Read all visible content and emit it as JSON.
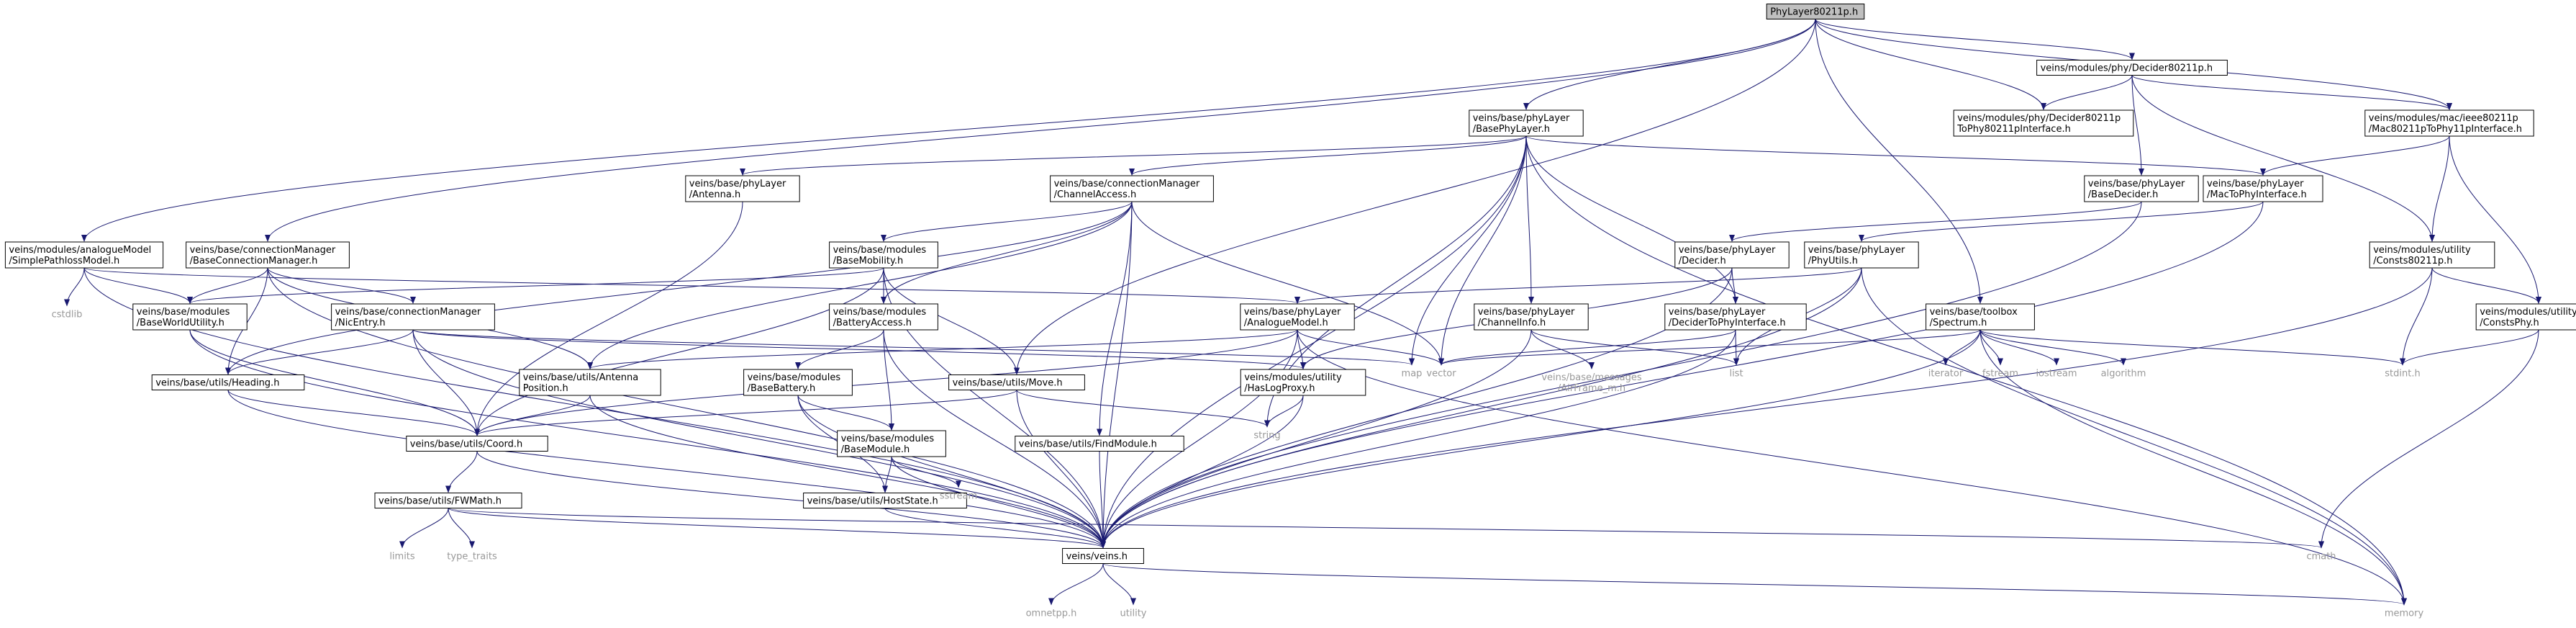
{
  "nodes": [
    {
      "id": "root",
      "lines": [
        "PhyLayer80211p.h"
      ],
      "kind": "root"
    },
    {
      "id": "decider80211p",
      "lines": [
        "veins/modules/phy/Decider80211p.h"
      ]
    },
    {
      "id": "decToPhy80211p",
      "lines": [
        "veins/modules/phy/Decider80211p",
        "ToPhy80211pInterface.h"
      ]
    },
    {
      "id": "mac80211pToPhy",
      "lines": [
        "veins/modules/mac/ieee80211p",
        "/Mac80211pToPhy11pInterface.h"
      ]
    },
    {
      "id": "basePhyLayer",
      "lines": [
        "veins/base/phyLayer",
        "/BasePhyLayer.h"
      ]
    },
    {
      "id": "antenna",
      "lines": [
        "veins/base/phyLayer",
        "/Antenna.h"
      ]
    },
    {
      "id": "channelAccess",
      "lines": [
        "veins/base/connectionManager",
        "/ChannelAccess.h"
      ]
    },
    {
      "id": "baseDecider",
      "lines": [
        "veins/base/phyLayer",
        "/BaseDecider.h"
      ]
    },
    {
      "id": "macToPhy",
      "lines": [
        "veins/base/phyLayer",
        "/MacToPhyInterface.h"
      ]
    },
    {
      "id": "simplePathloss",
      "lines": [
        "veins/modules/analogueModel",
        "/SimplePathlossModel.h"
      ]
    },
    {
      "id": "baseConnMgr",
      "lines": [
        "veins/base/connectionManager",
        "/BaseConnectionManager.h"
      ]
    },
    {
      "id": "baseMobility",
      "lines": [
        "veins/base/modules",
        "/BaseMobility.h"
      ]
    },
    {
      "id": "decider",
      "lines": [
        "veins/base/phyLayer",
        "/Decider.h"
      ]
    },
    {
      "id": "phyUtils",
      "lines": [
        "veins/base/phyLayer",
        "/PhyUtils.h"
      ]
    },
    {
      "id": "consts80211p",
      "lines": [
        "veins/modules/utility",
        "/Consts80211p.h"
      ]
    },
    {
      "id": "cstdlib",
      "lines": [
        "cstdlib"
      ],
      "kind": "system"
    },
    {
      "id": "baseWorldUtil",
      "lines": [
        "veins/base/modules",
        "/BaseWorldUtility.h"
      ]
    },
    {
      "id": "nicEntry",
      "lines": [
        "veins/base/connectionManager",
        "/NicEntry.h"
      ]
    },
    {
      "id": "batteryAccess",
      "lines": [
        "veins/base/modules",
        "/BatteryAccess.h"
      ]
    },
    {
      "id": "analogueModel",
      "lines": [
        "veins/base/phyLayer",
        "/AnalogueModel.h"
      ]
    },
    {
      "id": "channelInfo",
      "lines": [
        "veins/base/phyLayer",
        "/ChannelInfo.h"
      ]
    },
    {
      "id": "deciderToPhy",
      "lines": [
        "veins/base/phyLayer",
        "/DeciderToPhyInterface.h"
      ]
    },
    {
      "id": "spectrum",
      "lines": [
        "veins/base/toolbox",
        "/Spectrum.h"
      ]
    },
    {
      "id": "constsPhy",
      "lines": [
        "veins/modules/utility",
        "/ConstsPhy.h"
      ]
    },
    {
      "id": "heading",
      "lines": [
        "veins/base/utils/Heading.h"
      ]
    },
    {
      "id": "antennaPos",
      "lines": [
        "veins/base/utils/Antenna",
        "Position.h"
      ]
    },
    {
      "id": "baseBattery",
      "lines": [
        "veins/base/modules",
        "/BaseBattery.h"
      ]
    },
    {
      "id": "move",
      "lines": [
        "veins/base/utils/Move.h"
      ]
    },
    {
      "id": "hasLogProxy",
      "lines": [
        "veins/modules/utility",
        "/HasLogProxy.h"
      ]
    },
    {
      "id": "map",
      "lines": [
        "map"
      ],
      "kind": "system"
    },
    {
      "id": "vector",
      "lines": [
        "vector"
      ],
      "kind": "system"
    },
    {
      "id": "airFrame",
      "lines": [
        "veins/base/messages",
        "/AirFrame_m.h"
      ],
      "kind": "system"
    },
    {
      "id": "list",
      "lines": [
        "list"
      ],
      "kind": "system"
    },
    {
      "id": "iterator",
      "lines": [
        "iterator"
      ],
      "kind": "system"
    },
    {
      "id": "fstream",
      "lines": [
        "fstream"
      ],
      "kind": "system"
    },
    {
      "id": "iostream",
      "lines": [
        "iostream"
      ],
      "kind": "system"
    },
    {
      "id": "algorithm",
      "lines": [
        "algorithm"
      ],
      "kind": "system"
    },
    {
      "id": "stdint",
      "lines": [
        "stdint.h"
      ],
      "kind": "system"
    },
    {
      "id": "coord",
      "lines": [
        "veins/base/utils/Coord.h"
      ]
    },
    {
      "id": "baseModule",
      "lines": [
        "veins/base/modules",
        "/BaseModule.h"
      ]
    },
    {
      "id": "findModule",
      "lines": [
        "veins/base/utils/FindModule.h"
      ]
    },
    {
      "id": "string",
      "lines": [
        "string"
      ],
      "kind": "system"
    },
    {
      "id": "fwMath",
      "lines": [
        "veins/base/utils/FWMath.h"
      ]
    },
    {
      "id": "hostState",
      "lines": [
        "veins/base/utils/HostState.h"
      ]
    },
    {
      "id": "sstream",
      "lines": [
        "sstream"
      ],
      "kind": "system"
    },
    {
      "id": "limits",
      "lines": [
        "limits"
      ],
      "kind": "system"
    },
    {
      "id": "typeTraits",
      "lines": [
        "type_traits"
      ],
      "kind": "system"
    },
    {
      "id": "veins",
      "lines": [
        "veins/veins.h"
      ]
    },
    {
      "id": "cmath",
      "lines": [
        "cmath"
      ],
      "kind": "system"
    },
    {
      "id": "omnetpp",
      "lines": [
        "omnetpp.h"
      ],
      "kind": "system"
    },
    {
      "id": "utility",
      "lines": [
        "utility"
      ],
      "kind": "system"
    },
    {
      "id": "memory",
      "lines": [
        "memory"
      ],
      "kind": "system"
    }
  ],
  "edges": [
    [
      "root",
      "decider80211p"
    ],
    [
      "root",
      "decToPhy80211p"
    ],
    [
      "root",
      "mac80211pToPhy"
    ],
    [
      "root",
      "basePhyLayer"
    ],
    [
      "root",
      "simplePathloss"
    ],
    [
      "root",
      "baseConnMgr"
    ],
    [
      "root",
      "move"
    ],
    [
      "root",
      "spectrum"
    ],
    [
      "decider80211p",
      "decToPhy80211p"
    ],
    [
      "decider80211p",
      "mac80211pToPhy"
    ],
    [
      "decider80211p",
      "baseDecider"
    ],
    [
      "decider80211p",
      "consts80211p"
    ],
    [
      "mac80211pToPhy",
      "macToPhy"
    ],
    [
      "mac80211pToPhy",
      "consts80211p"
    ],
    [
      "mac80211pToPhy",
      "constsPhy"
    ],
    [
      "basePhyLayer",
      "antenna"
    ],
    [
      "basePhyLayer",
      "channelAccess"
    ],
    [
      "basePhyLayer",
      "macToPhy"
    ],
    [
      "basePhyLayer",
      "channelInfo"
    ],
    [
      "basePhyLayer",
      "deciderToPhy"
    ],
    [
      "basePhyLayer",
      "map"
    ],
    [
      "basePhyLayer",
      "vector"
    ],
    [
      "basePhyLayer",
      "string"
    ],
    [
      "basePhyLayer",
      "veins"
    ],
    [
      "basePhyLayer",
      "memory"
    ],
    [
      "antenna",
      "coord"
    ],
    [
      "channelAccess",
      "baseMobility"
    ],
    [
      "channelAccess",
      "batteryAccess"
    ],
    [
      "channelAccess",
      "antennaPos"
    ],
    [
      "channelAccess",
      "heading"
    ],
    [
      "channelAccess",
      "findModule"
    ],
    [
      "channelAccess",
      "vector"
    ],
    [
      "channelAccess",
      "veins"
    ],
    [
      "baseDecider",
      "decider"
    ],
    [
      "baseDecider",
      "veins"
    ],
    [
      "macToPhy",
      "phyUtils"
    ],
    [
      "macToPhy",
      "veins"
    ],
    [
      "simplePathloss",
      "baseWorldUtil"
    ],
    [
      "simplePathloss",
      "analogueModel"
    ],
    [
      "simplePathloss",
      "cstdlib"
    ],
    [
      "simplePathloss",
      "veins"
    ],
    [
      "baseConnMgr",
      "baseWorldUtil"
    ],
    [
      "baseConnMgr",
      "nicEntry"
    ],
    [
      "baseConnMgr",
      "heading"
    ],
    [
      "baseConnMgr",
      "antennaPos"
    ],
    [
      "baseConnMgr",
      "veins"
    ],
    [
      "baseMobility",
      "baseWorldUtil"
    ],
    [
      "baseMobility",
      "batteryAccess"
    ],
    [
      "baseMobility",
      "move"
    ],
    [
      "baseMobility",
      "coord"
    ],
    [
      "baseMobility",
      "veins"
    ],
    [
      "decider",
      "deciderToPhy"
    ],
    [
      "decider",
      "hasLogProxy"
    ],
    [
      "decider",
      "veins"
    ],
    [
      "phyUtils",
      "analogueModel"
    ],
    [
      "phyUtils",
      "list"
    ],
    [
      "phyUtils",
      "veins"
    ],
    [
      "phyUtils",
      "memory"
    ],
    [
      "consts80211p",
      "constsPhy"
    ],
    [
      "consts80211p",
      "stdint"
    ],
    [
      "consts80211p",
      "veins"
    ],
    [
      "baseWorldUtil",
      "coord"
    ],
    [
      "baseWorldUtil",
      "veins"
    ],
    [
      "nicEntry",
      "heading"
    ],
    [
      "nicEntry",
      "coord"
    ],
    [
      "nicEntry",
      "hasLogProxy"
    ],
    [
      "nicEntry",
      "map"
    ],
    [
      "nicEntry",
      "veins"
    ],
    [
      "batteryAccess",
      "baseBattery"
    ],
    [
      "batteryAccess",
      "baseModule"
    ],
    [
      "batteryAccess",
      "veins"
    ],
    [
      "analogueModel",
      "antennaPos"
    ],
    [
      "analogueModel",
      "coord"
    ],
    [
      "analogueModel",
      "hasLogProxy"
    ],
    [
      "analogueModel",
      "vector"
    ],
    [
      "analogueModel",
      "veins"
    ],
    [
      "analogueModel",
      "memory"
    ],
    [
      "channelInfo",
      "airFrame"
    ],
    [
      "channelInfo",
      "list"
    ],
    [
      "channelInfo",
      "veins"
    ],
    [
      "deciderToPhy",
      "vector"
    ],
    [
      "deciderToPhy",
      "list"
    ],
    [
      "deciderToPhy",
      "veins"
    ],
    [
      "spectrum",
      "vector"
    ],
    [
      "spectrum",
      "iterator"
    ],
    [
      "spectrum",
      "fstream"
    ],
    [
      "spectrum",
      "iostream"
    ],
    [
      "spectrum",
      "algorithm"
    ],
    [
      "spectrum",
      "stdint"
    ],
    [
      "spectrum",
      "veins"
    ],
    [
      "spectrum",
      "memory"
    ],
    [
      "constsPhy",
      "stdint"
    ],
    [
      "constsPhy",
      "cmath"
    ],
    [
      "heading",
      "coord"
    ],
    [
      "heading",
      "veins"
    ],
    [
      "antennaPos",
      "coord"
    ],
    [
      "antennaPos",
      "veins"
    ],
    [
      "baseBattery",
      "baseModule"
    ],
    [
      "baseBattery",
      "hostState"
    ],
    [
      "baseBattery",
      "veins"
    ],
    [
      "move",
      "coord"
    ],
    [
      "move",
      "string"
    ],
    [
      "move",
      "veins"
    ],
    [
      "hasLogProxy",
      "string"
    ],
    [
      "hasLogProxy",
      "veins"
    ],
    [
      "coord",
      "fwMath"
    ],
    [
      "coord",
      "veins"
    ],
    [
      "baseModule",
      "hostState"
    ],
    [
      "baseModule",
      "sstream"
    ],
    [
      "baseModule",
      "veins"
    ],
    [
      "findModule",
      "veins"
    ],
    [
      "fwMath",
      "limits"
    ],
    [
      "fwMath",
      "typeTraits"
    ],
    [
      "fwMath",
      "cmath"
    ],
    [
      "fwMath",
      "veins"
    ],
    [
      "hostState",
      "veins"
    ],
    [
      "veins",
      "omnetpp"
    ],
    [
      "veins",
      "utility"
    ],
    [
      "veins",
      "memory"
    ]
  ]
}
